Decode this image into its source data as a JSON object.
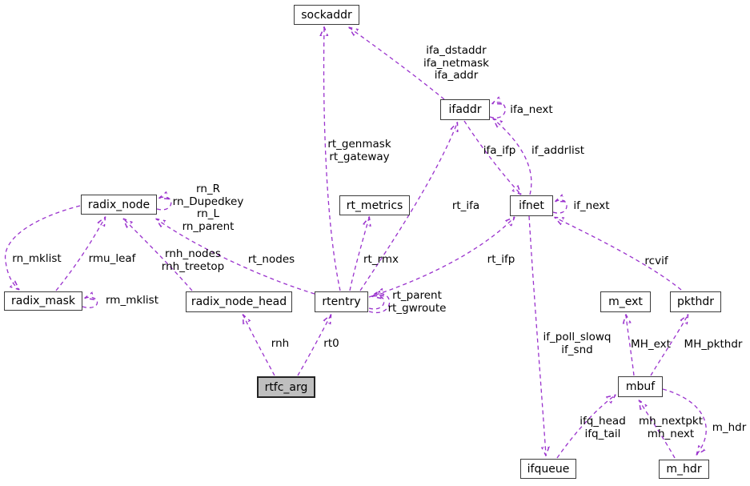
{
  "diagram": {
    "type": "doxygen-collaboration-graph",
    "colors": {
      "edge": "#9a32cd",
      "node_border": "#3c3c3c",
      "node_fill": "#ffffff",
      "focus_node_fill": "#bfbfbf",
      "text": "#000000",
      "background": "#ffffff"
    },
    "nodes": {
      "sockaddr": {
        "label": "sockaddr"
      },
      "ifaddr": {
        "label": "ifaddr"
      },
      "ifnet": {
        "label": "ifnet"
      },
      "radix_node": {
        "label": "radix_node"
      },
      "rt_metrics": {
        "label": "rt_metrics"
      },
      "radix_mask": {
        "label": "radix_mask"
      },
      "radix_node_head": {
        "label": "radix_node_head"
      },
      "rtentry": {
        "label": "rtentry"
      },
      "m_ext": {
        "label": "m_ext"
      },
      "pkthdr": {
        "label": "pkthdr"
      },
      "mbuf": {
        "label": "mbuf"
      },
      "rtfc_arg": {
        "label": "rtfc_arg"
      },
      "ifqueue": {
        "label": "ifqueue"
      },
      "m_hdr": {
        "label": "m_hdr"
      }
    },
    "edge_labels": {
      "ifa_addrs": {
        "text": "ifa_dstaddr\nifa_netmask\nifa_addr"
      },
      "ifa_next": {
        "text": "ifa_next"
      },
      "ifa_ifp": {
        "text": "ifa_ifp"
      },
      "if_addrlist": {
        "text": "if_addrlist"
      },
      "rt_ifa": {
        "text": "rt_ifa"
      },
      "if_next": {
        "text": "if_next"
      },
      "rt_genmask_gateway": {
        "text": "rt_genmask\nrt_gateway"
      },
      "rn_links": {
        "text": "rn_R\nrn_Dupedkey\nrn_L\nrn_parent"
      },
      "rn_mklist": {
        "text": "rn_mklist"
      },
      "rmu_leaf": {
        "text": "rmu_leaf"
      },
      "rnh_links": {
        "text": "rnh_nodes\nrnh_treetop"
      },
      "rt_nodes": {
        "text": "rt_nodes"
      },
      "rt_rmx": {
        "text": "rt_rmx"
      },
      "rt_ifp": {
        "text": "rt_ifp"
      },
      "rcvif": {
        "text": "rcvif"
      },
      "rm_mklist": {
        "text": "rm_mklist"
      },
      "rt_parent_gwroute": {
        "text": "rt_parent\nrt_gwroute"
      },
      "rnh": {
        "text": "rnh"
      },
      "rt0": {
        "text": "rt0"
      },
      "if_poll_snd": {
        "text": "if_poll_slowq\nif_snd"
      },
      "mh_ext": {
        "text": "MH_ext"
      },
      "mh_pkthdr": {
        "text": "MH_pkthdr"
      },
      "ifq_head_tail": {
        "text": "ifq_head\nifq_tail"
      },
      "mh_next_group": {
        "text": "mh_nextpkt\nmh_next"
      },
      "m_hdr_member": {
        "text": "m_hdr"
      }
    }
  }
}
